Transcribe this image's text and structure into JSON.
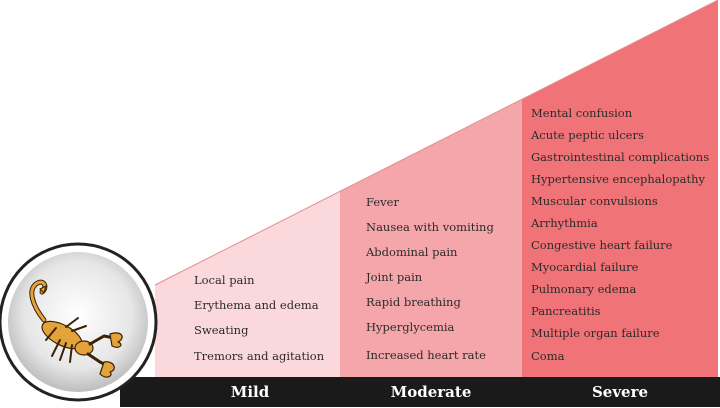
{
  "levels": [
    {
      "label": "Mild",
      "color": "#fbd8db",
      "symptoms": [
        "Local pain",
        "Erythema and edema",
        "Sweating",
        "Tremors and agitation"
      ]
    },
    {
      "label": "Moderate",
      "color": "#f5a6ab",
      "symptoms": [
        "Fever",
        "Nausea with vomiting",
        "Abdominal pain",
        "Joint pain",
        "Rapid breathing",
        "Hyperglycemia",
        "Increased heart rate"
      ]
    },
    {
      "label": "Severe",
      "color": "#f07377",
      "symptoms": [
        "Mental confusion",
        "Acute peptic ulcers",
        "Gastrointestinal complications",
        "Hypertensive encephalopathy",
        "Muscular convulsions",
        "Arrhythmia",
        "Congestive heart failure",
        "Myocardial failure",
        "Pulmonary edema",
        "Pancreatitis",
        "Multiple organ failure",
        "Coma"
      ]
    }
  ],
  "colors": {
    "bar": "#1a1a1a",
    "ring": "#222222",
    "scorpion": "#e3a33a"
  },
  "icon": "scorpion-icon"
}
